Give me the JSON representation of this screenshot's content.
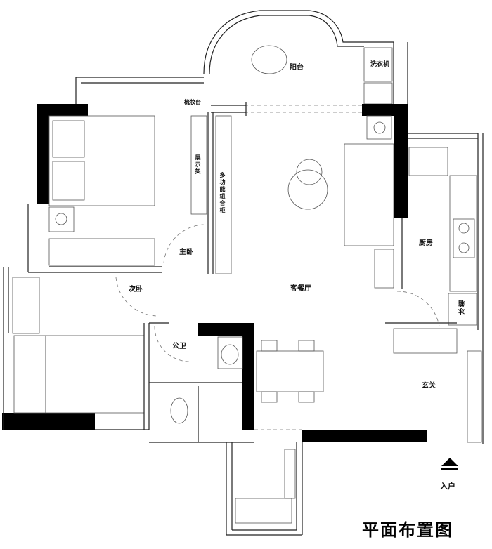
{
  "plan": {
    "title": "平面布置图",
    "rooms": {
      "balcony": "阳台",
      "washer": "洗衣机",
      "vanity": "梳妆台",
      "display_shelf": "展示架",
      "multi_cabinet": "多功能组合柜",
      "master_bedroom": "主卧",
      "second_bedroom": "次卧",
      "living_dining": "客餐厅",
      "kitchen": "厨房",
      "fridge": "冰箱",
      "bathroom": "公卫",
      "foyer": "玄关",
      "entrance": "入户"
    }
  }
}
